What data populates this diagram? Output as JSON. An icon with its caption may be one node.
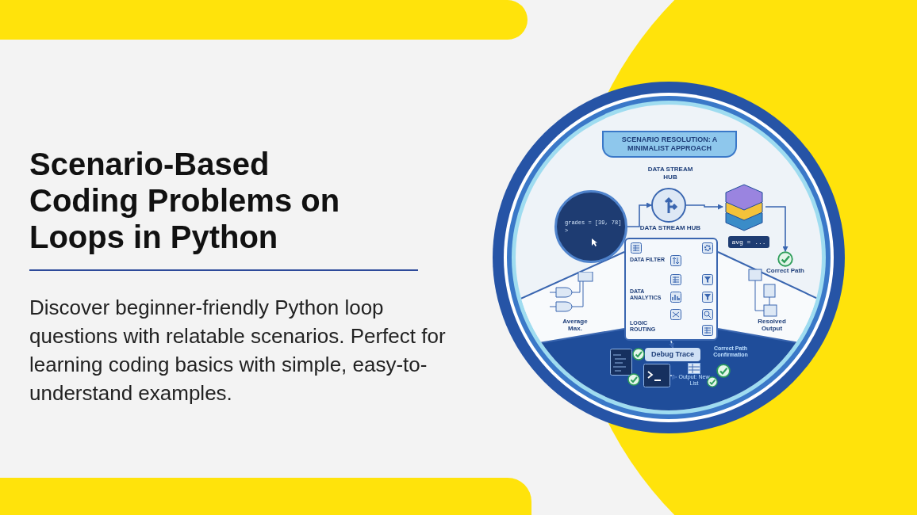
{
  "diagram": {
    "title": "Scenario-Based Coding Problems on Loops in Python",
    "caption": "Discover beginner-friendly Python loop questions with relatable scenarios. Perfect for learning coding basics with simple, easy-to-understand examples.",
    "nodes": [
      {
        "text": [
          "SCENARIO RESOLUTION: A MINIMALIST APPROACH"
        ]
      },
      {
        "text": [
          "grades = [39, 78]",
          ">"
        ]
      },
      {
        "text": [
          "DATA STREAM HUB",
          "DATA STREAM HUB"
        ]
      },
      {
        "text": [],
        "shape": "picture"
      },
      {
        "text": [
          "avg = ..."
        ]
      },
      {
        "text": [
          "Correct Path"
        ]
      },
      {
        "text": [
          "DATA FILTER",
          "DATA ANALYTICS",
          "LOGIC ROUTING"
        ]
      },
      {
        "text": [
          "Debug Trace"
        ]
      },
      {
        "text": [],
        "shape": "picture"
      },
      {
        "text": [
          "Output: New List"
        ]
      }
    ],
    "edges": [
      {
        "from": 1,
        "to": 2,
        "arrow": "to"
      },
      {
        "from": 2,
        "to": 3,
        "arrow": "to"
      },
      {
        "from": 3,
        "to": 5,
        "arrow": "to"
      },
      {
        "from": 6,
        "to": 7,
        "arrow": "to",
        "color": "#cfe0f5"
      },
      {
        "from": 8,
        "to": 9,
        "arrow": "to",
        "color": "#cfe0f5"
      }
    ],
    "labels": [
      "Average Max.",
      "Resolved Output",
      "Correct Path Confirmation"
    ]
  }
}
